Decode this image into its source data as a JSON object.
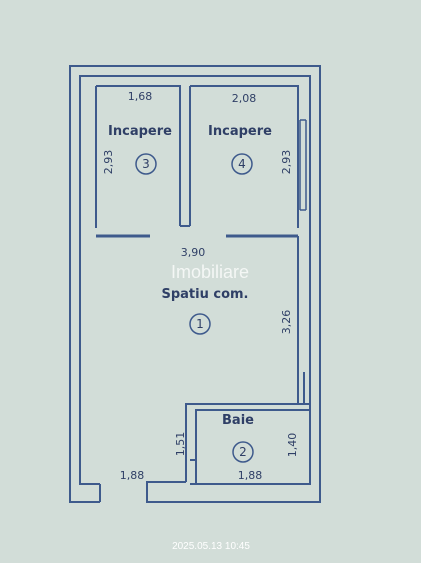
{
  "colors": {
    "paper": "#d2ddd8",
    "ink": "#3e5a8c",
    "text": "#2f3f66"
  },
  "rooms": {
    "room3": {
      "name": "Incapere",
      "number": "3",
      "width": "1,68",
      "height": "2,93"
    },
    "room4": {
      "name": "Incapere",
      "number": "4",
      "width": "2,08",
      "height": "2,93"
    },
    "room1": {
      "name": "Spatiu com.",
      "number": "1",
      "width": "3,90",
      "height": "3,26"
    },
    "room2": {
      "name": "Baie",
      "number": "2",
      "width": "1,88",
      "height": "1,40",
      "left_height": "1,51"
    }
  },
  "outer_bottom_width": "1,88",
  "watermark": "Imobiliare",
  "timestamp": "2025.05.13 10:45"
}
